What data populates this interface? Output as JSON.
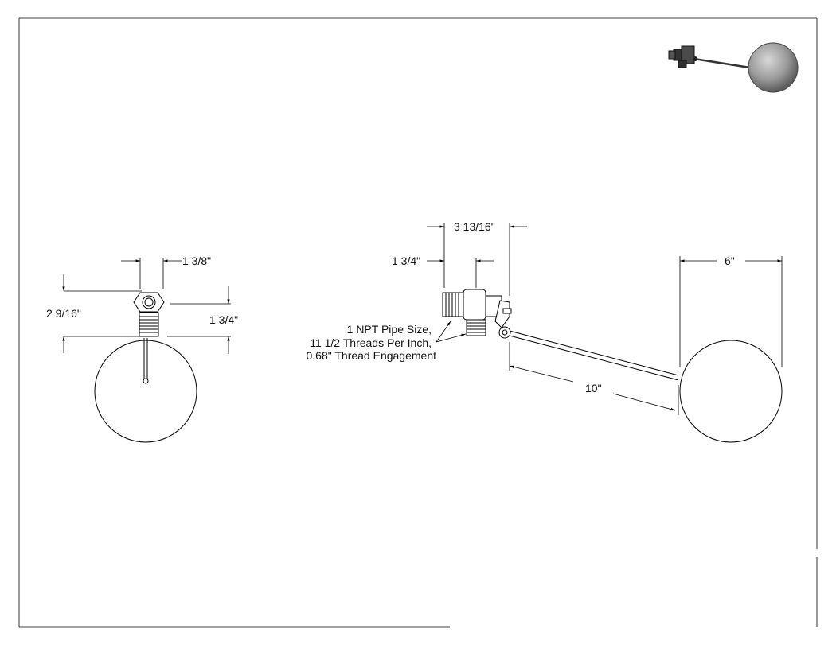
{
  "front_view": {
    "dim_width_top": "1 3/8\"",
    "dim_height_total": "2 9/16\"",
    "dim_height_body": "1 3/4\""
  },
  "side_view": {
    "dim_overall_valve": "3 13/16\"",
    "dim_body": "1 3/4\"",
    "dim_float_dia": "6\"",
    "dim_arm_length": "10\"",
    "note_lines": [
      "1 NPT Pipe Size,",
      "11 1/2 Threads Per Inch,",
      "0.68\" Thread Engagement"
    ]
  },
  "icons": {
    "thumbnail": "float-valve-3d-thumbnail-icon"
  }
}
